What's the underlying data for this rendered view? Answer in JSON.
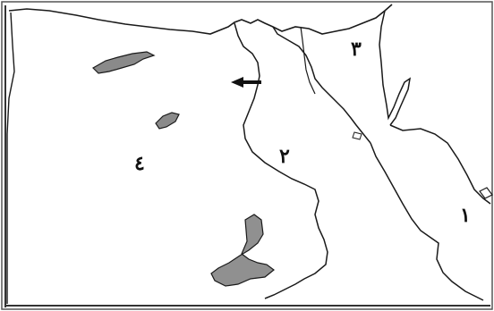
{
  "map": {
    "labels": {
      "one": "١",
      "two": "٢",
      "three": "٣",
      "four": "٤"
    },
    "colors": {
      "outline": "#1a1a1a",
      "oasis_fill": "#8a8a8a",
      "lake_fill": "#909090",
      "background": "#ffffff"
    },
    "icons": [
      "arrow-icon"
    ]
  }
}
